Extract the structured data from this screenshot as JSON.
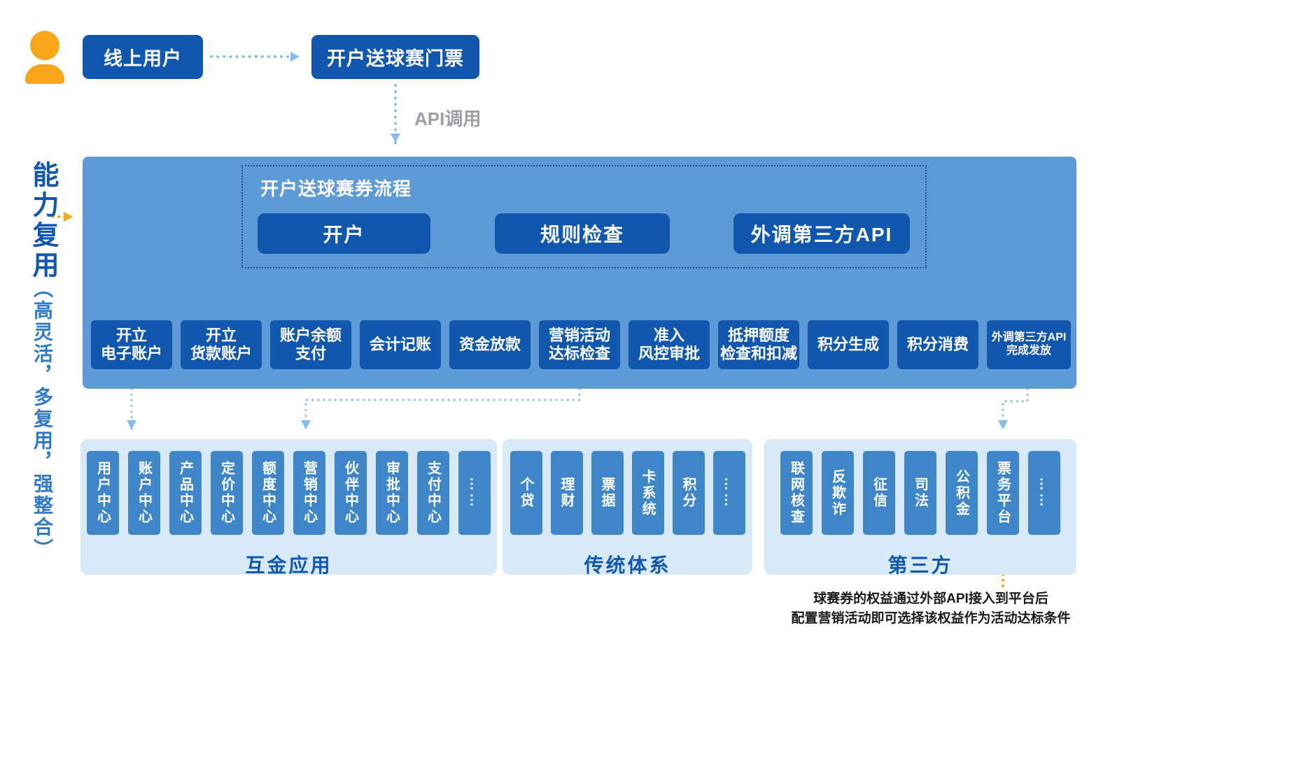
{
  "top": {
    "online_user": "线上用户",
    "ticket": "开户送球赛门票",
    "api_call": "API调用"
  },
  "left_label": {
    "title": "能力复用",
    "subtitle": "（高灵活，多复用，强整合）"
  },
  "process": {
    "title": "开户送球赛券流程",
    "steps": [
      "开户",
      "规则检查",
      "外调第三方API"
    ]
  },
  "capabilities": [
    "开立\n电子账户",
    "开立\n货款账户",
    "账户余额\n支付",
    "会计记账",
    "资金放款",
    "营销活动\n达标检查",
    "准入\n风控审批",
    "抵押额度\n检查和扣减",
    "积分生成",
    "积分消费",
    "外调第三方API\n完成发放"
  ],
  "sections": [
    {
      "label": "互金应用",
      "items": [
        "用户中心",
        "账户中心",
        "产品中心",
        "定价中心",
        "额度中心",
        "营销中心",
        "伙伴中心",
        "审批中心",
        "支付中心",
        "……"
      ]
    },
    {
      "label": "传统体系",
      "items": [
        "个贷",
        "理财",
        "票据",
        "卡系统",
        "积分",
        "……"
      ]
    },
    {
      "label": "第三方",
      "items": [
        "联网核查",
        "反欺诈",
        "征信",
        "司法",
        "公积金",
        "票务平台",
        "……"
      ]
    }
  ],
  "note": {
    "line1": "球赛券的权益通过外部API接入到平台后",
    "line2": "配置营销活动即可选择该权益作为活动达标条件"
  },
  "colors": {
    "dark_blue": "#1157AE",
    "container_blue": "#5E9AD6",
    "mid_blue": "#3E86C8",
    "light_blue": "#D8EAF8",
    "orange": "#F7A818"
  }
}
